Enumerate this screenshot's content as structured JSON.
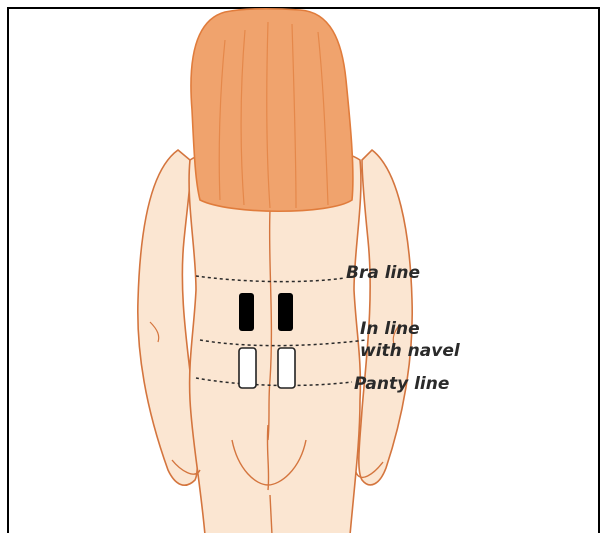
{
  "labels": {
    "bra_line": "Bra line",
    "navel_line_1": "In line",
    "navel_line_2": "with navel",
    "panty_line": "Panty line"
  },
  "colors": {
    "skin": "#fbe6d2",
    "skin_outline": "#d4753e",
    "hair": "#f0a36d",
    "hair_dark": "#e07c3c",
    "dashed_line": "#2a2a2a",
    "pad_filled": "#000000",
    "pad_outline": "#222222",
    "frame": "#000000"
  },
  "icons": {
    "figure": "woman-back-illustration",
    "filled_pads": "electrode-pad-filled",
    "outlined_pads": "electrode-pad-outline"
  }
}
